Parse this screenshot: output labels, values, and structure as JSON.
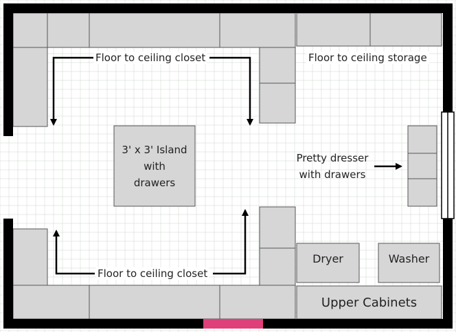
{
  "labels": {
    "top_closet": "Floor to ceiling closet",
    "bottom_closet": "Floor to ceiling closet",
    "storage": "Floor to ceiling storage",
    "island": [
      "3' x 3' Island",
      "with",
      "drawers"
    ],
    "dresser": [
      "Pretty dresser",
      "with drawers"
    ],
    "dryer": "Dryer",
    "washer": "Washer",
    "upper_cabinets": "Upper Cabinets"
  },
  "colors": {
    "wall": "#000000",
    "cabinet_fill": "#d6d6d6",
    "cabinet_stroke": "#555555",
    "door_marker": "#e0407a",
    "grid": "#c9d7c9",
    "arrow": "#000000"
  }
}
